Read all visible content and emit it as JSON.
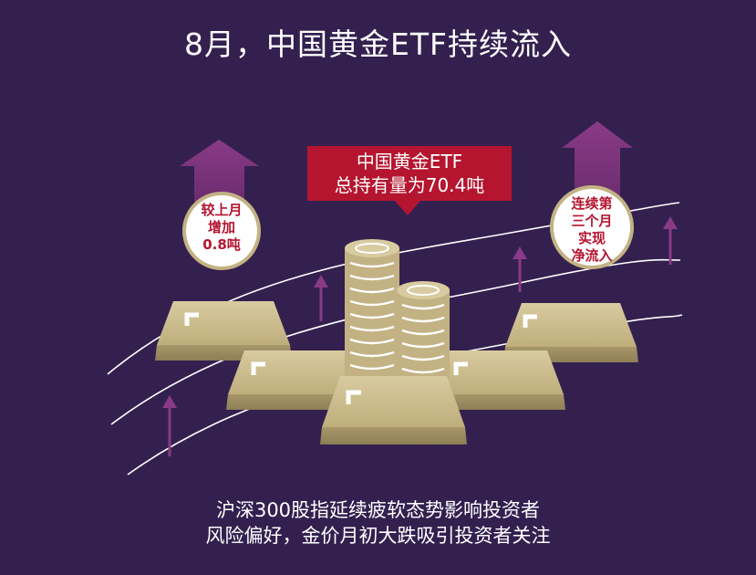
{
  "title": "8月，中国黄金ETF持续流入",
  "callout": {
    "line1": "中国黄金ETF",
    "line2": "总持有量为70.4吨"
  },
  "badge_left": {
    "line1": "较上月",
    "line2": "增加",
    "line3": "0.8吨"
  },
  "badge_right": {
    "line1": "连续第",
    "line2": "三个月",
    "line3": "实现",
    "line4": "净流入"
  },
  "bottom_text": {
    "line1": "沪深300股指延续疲软态势影响投资者",
    "line2": "风险偏好，金价月初大跌吸引投资者关注"
  },
  "colors": {
    "background": "#33204f",
    "accent_red": "#b5152f",
    "gold": "#c3b283",
    "purple_arrow": "#7a2f78",
    "white": "#ffffff"
  }
}
